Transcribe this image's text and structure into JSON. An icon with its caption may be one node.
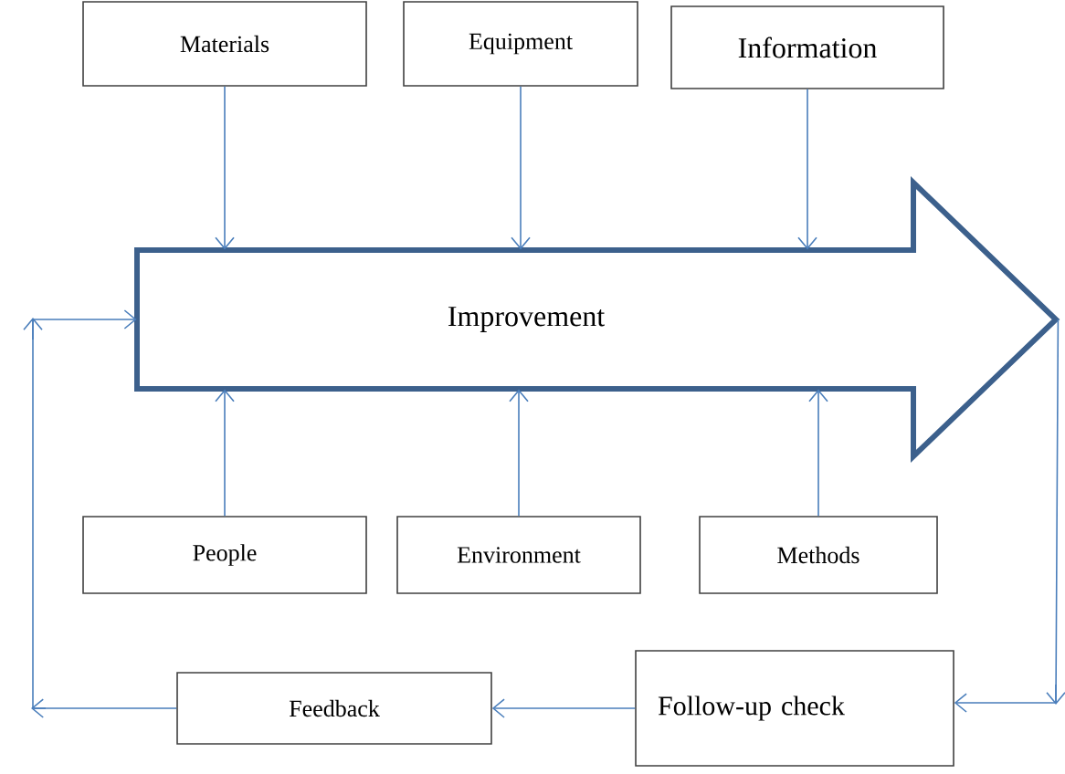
{
  "diagram": {
    "nodes": [
      {
        "text": [
          "Materials"
        ]
      },
      {
        "text": [
          "Equipment"
        ]
      },
      {
        "text": [
          "Information"
        ]
      },
      {
        "text": [
          "Improvement"
        ]
      },
      {
        "text": [
          "People"
        ]
      },
      {
        "text": [
          "Environment"
        ]
      },
      {
        "text": [
          "Methods"
        ]
      },
      {
        "text": [
          "Feedback"
        ]
      },
      {
        "text": [
          "Follow-up check"
        ]
      }
    ],
    "edges": [
      {
        "from": 0,
        "to": 3,
        "arrow": "to"
      },
      {
        "from": 1,
        "to": 3,
        "arrow": "to"
      },
      {
        "from": 2,
        "to": 3,
        "arrow": "to"
      },
      {
        "from": 4,
        "to": 3,
        "arrow": "to"
      },
      {
        "from": 5,
        "to": 3,
        "arrow": "to"
      },
      {
        "from": 6,
        "to": 3,
        "arrow": "to"
      },
      {
        "from": 3,
        "to": 8,
        "arrow": "to"
      },
      {
        "from": 8,
        "to": 7,
        "arrow": "to"
      },
      {
        "from": 7,
        "to": 3,
        "arrow": "to"
      }
    ]
  }
}
